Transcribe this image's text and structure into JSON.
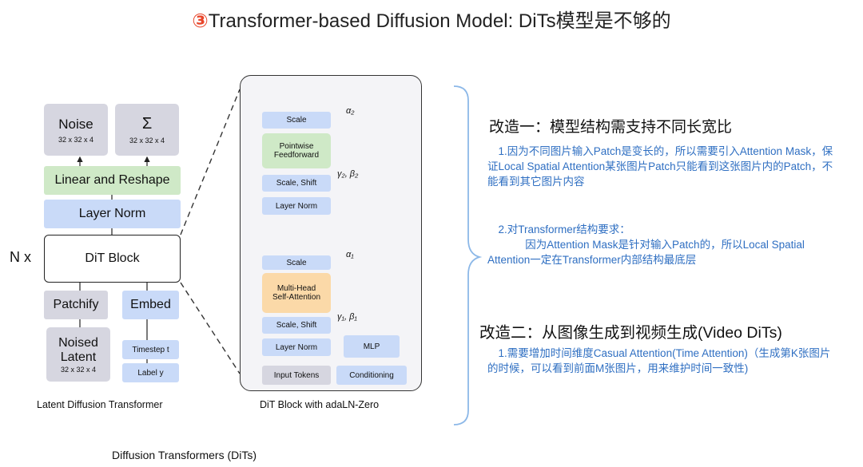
{
  "title": {
    "circle_num": "③",
    "text": "Transformer-based Diffusion Model: DiTs模型是不够的"
  },
  "left_diagram": {
    "noise": {
      "label": "Noise",
      "dim": "32 x 32 x 4"
    },
    "sigma": {
      "label": "Σ",
      "dim": "32 x 32 x 4"
    },
    "linear_reshape": "Linear and Reshape",
    "layer_norm": "Layer Norm",
    "nx": "N x",
    "dit_block": "DiT Block",
    "patchify": "Patchify",
    "embed": "Embed",
    "noised_latent": {
      "line1": "Noised",
      "line2": "Latent",
      "dim": "32 x 32 x 4"
    },
    "timestep": "Timestep t",
    "label_y": "Label y",
    "caption": "Latent Diffusion Transformer"
  },
  "right_diagram": {
    "scale_top": "Scale",
    "pointwise": {
      "line1": "Pointwise",
      "line2": "Feedforward"
    },
    "scale_shift_top": "Scale, Shift",
    "layer_norm_top": "Layer Norm",
    "scale_mid": "Scale",
    "mhsa": {
      "line1": "Multi-Head",
      "line2": "Self-Attention"
    },
    "scale_shift_bot": "Scale, Shift",
    "layer_norm_bot": "Layer Norm",
    "mlp": "MLP",
    "input_tokens": "Input Tokens",
    "conditioning": "Conditioning",
    "alpha2": "α₂",
    "gamma2beta2": "γ₂, β₂",
    "alpha1": "α₁",
    "gamma1beta1": "γ₁, β₁",
    "caption": "DiT Block with adaLN-Zero"
  },
  "bottom_caption": "Diffusion Transformers (DiTs)",
  "notes": {
    "h1": "改造一：模型结构需支持不同长宽比",
    "p1": "1.因为不同图片输入Patch是变长的，所以需要引入Attention Mask，保证Local Spatial Attention某张图片Patch只能看到这张图片内的Patch，不能看到其它图片内容",
    "p2a": "2.对Transformer结构要求：",
    "p2b": "因为Attention Mask是针对输入Patch的，所以Local Spatial Attention一定在Transformer内部结构最底层",
    "h2": "改造二：从图像生成到视频生成(Video DiTs)",
    "p3": "1.需要增加时间维度Casual Attention(Time Attention)（生成第K张图片的时候，可以看到前面M张图片，用来维护时间一致性)"
  },
  "colors": {
    "accent_red": "#e8462b",
    "note_blue": "#2f6fc2",
    "box_blue": "#c9daf8",
    "box_green": "#cfe9c7",
    "box_orange": "#fbd9a8",
    "box_gray": "#d6d6e0"
  }
}
